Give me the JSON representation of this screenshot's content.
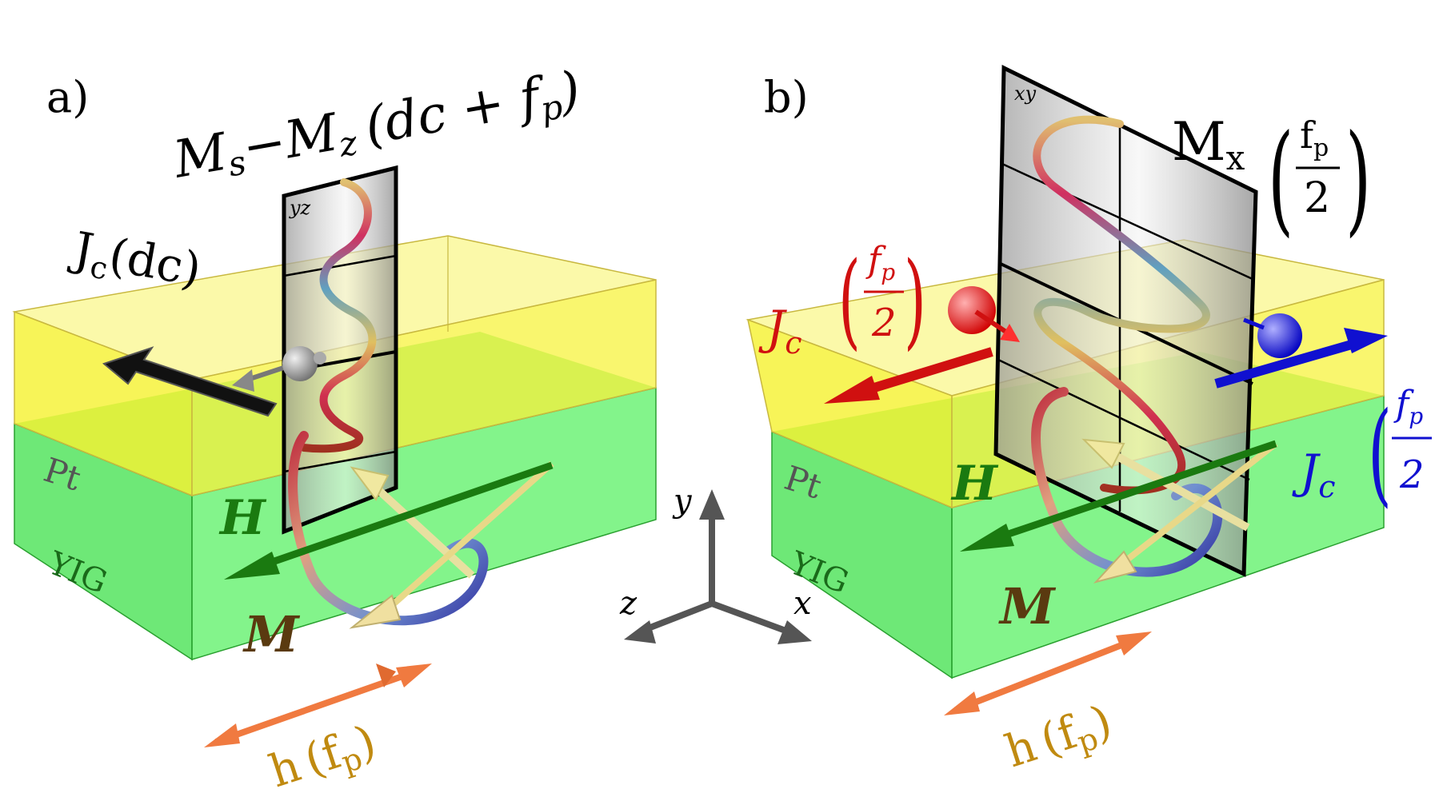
{
  "panel_a": {
    "label": "a)",
    "title_Ms": "M",
    "title_Ms_sub": "s",
    "title_dash": "−",
    "title_Mz": "M",
    "title_Mz_sub": "z",
    "title_paren": "(dc + f",
    "title_paren_sub": "p",
    "title_close": ")",
    "plane_label": "yz",
    "jc_main": "J",
    "jc_sub": "c",
    "jc_arg": "(dc)",
    "pt_label": "Pt",
    "yig_label": "YIG",
    "h_label": "H",
    "m_label": "M",
    "hf_main": "h",
    "hf_arg": "(f",
    "hf_sub": "p",
    "hf_close": ")"
  },
  "panel_b": {
    "label": "b)",
    "mx_main": "M",
    "mx_sub": "x",
    "mx_num": "f",
    "mx_num_sub": "p",
    "mx_den": "2",
    "plane_label": "xy",
    "jc_left_main": "J",
    "jc_left_sub": "c",
    "jc_left_num": "f",
    "jc_left_num_sub": "p",
    "jc_left_den": "2",
    "jc_right_main": "J",
    "jc_right_sub": "c",
    "jc_right_num": "f",
    "jc_right_num_sub": "p",
    "jc_right_den": "2",
    "pt_label": "Pt",
    "yig_label": "YIG",
    "h_label": "H",
    "m_label": "M",
    "hf_main": "h",
    "hf_arg": "(f",
    "hf_sub": "p",
    "hf_close": ")"
  },
  "axes": {
    "y": "y",
    "z": "z",
    "x": "x"
  },
  "colors": {
    "pt_layer": "#f4f020",
    "yig_layer": "#3ee04a",
    "h_arrow": "#1a7a10",
    "m_label": "#5a3a10",
    "hf_text": "#c08a10",
    "hf_arrow": "#f07a40",
    "jc_red": "#d01010",
    "jc_blue": "#1010d0",
    "ink": "#000000"
  }
}
